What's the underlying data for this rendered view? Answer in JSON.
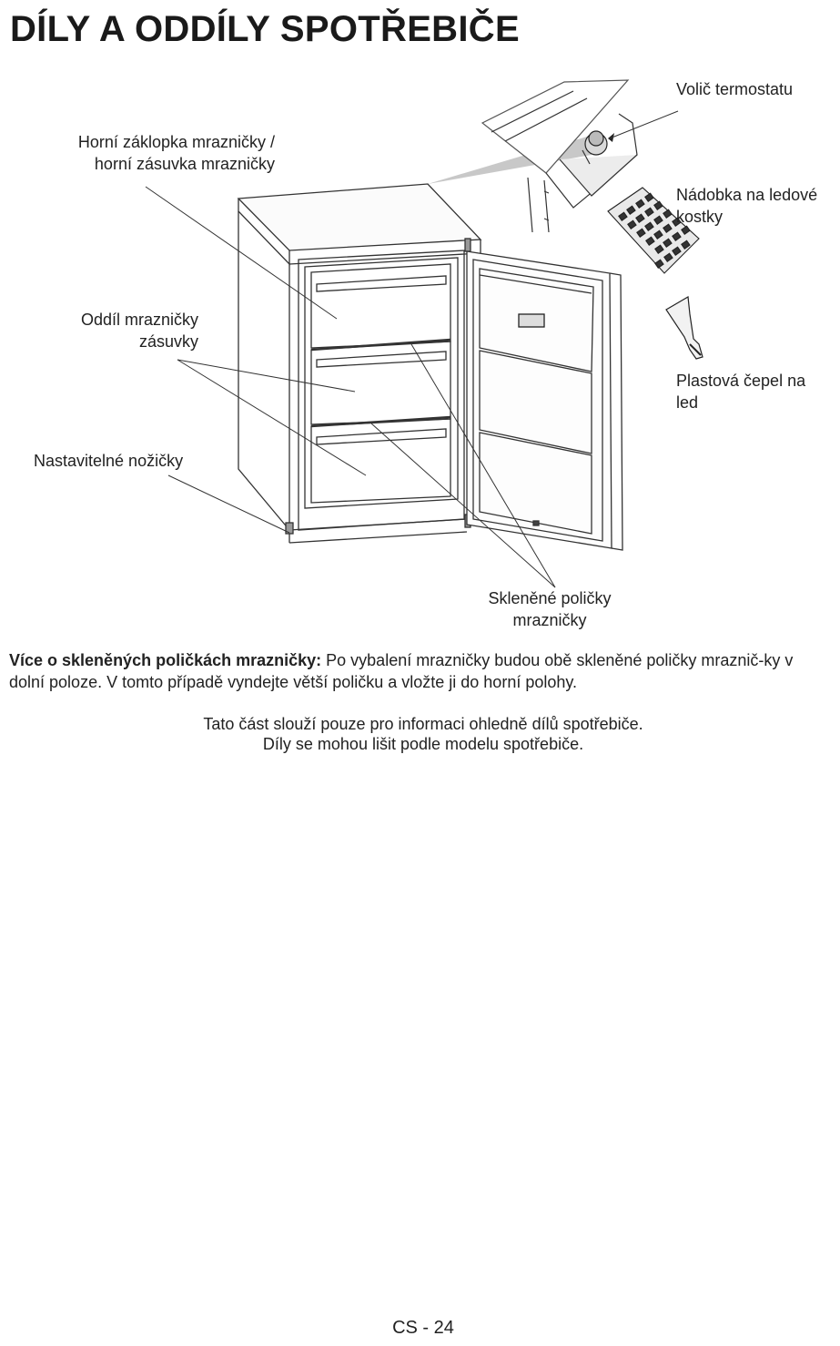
{
  "page_title": "DÍLY A ODDÍLY SPOTŘEBIČE",
  "labels": {
    "thermostat": "Volič termostatu",
    "top_flap_line1": "Horní záklopka mrazničky /",
    "top_flap_line2": "horní zásuvka mrazničky",
    "ice_tray_line1": "Nádobka na ledové",
    "ice_tray_line2": "kostky",
    "freezer_drawers_line1": "Oddíl mrazničky",
    "freezer_drawers_line2": "zásuvky",
    "ice_scraper_line1": "Plastová čepel na",
    "ice_scraper_line2": "led",
    "feet": "Nastavitelné nožičky",
    "glass_shelves_line1": "Skleněné poličky",
    "glass_shelves_line2": "mrazničky"
  },
  "note": {
    "heading": "Více o skleněných poličkách mrazničky:",
    "text": " Po vybalení mrazničky budou obě skleněné poličky mraznič-ky v dolní poloze. V tomto případě vyndejte větší poličku a vložte ji do horní polohy."
  },
  "info_line1": "Tato část slouží pouze pro informaci ohledně dílů spotřebiče.",
  "info_line2": "Díly se mohou lišit podle modelu spotřebiče.",
  "footer": "CS - 24",
  "colors": {
    "text": "#1a1a1a",
    "line": "#333333",
    "callout_cone": "#c8c8c8"
  }
}
